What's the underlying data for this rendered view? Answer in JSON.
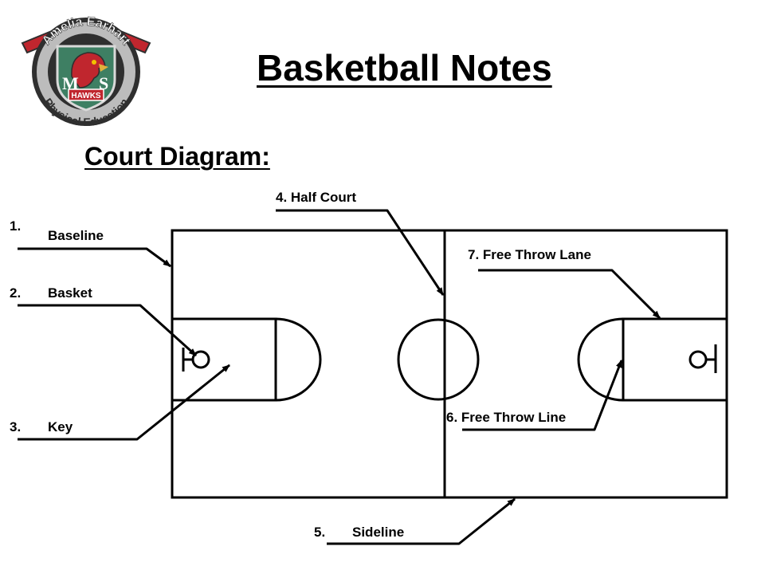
{
  "logo": {
    "top_text": "Amelia Earhart",
    "bottom_text": "Physical Education",
    "letter_left": "M",
    "letter_right": "S",
    "banner": "HAWKS",
    "icon": "hawk-mascot-icon",
    "colors": {
      "ring": "#2f2f2f",
      "red": "#c0262e",
      "green": "#3e7f63",
      "silver": "#d9d9d9"
    }
  },
  "title": "Basketball Notes",
  "subtitle": "Court Diagram:",
  "labels": {
    "baseline_num": "1.",
    "baseline": "Baseline",
    "basket_num": "2.",
    "basket": "Basket",
    "key_num": "3.",
    "key": "Key",
    "half_court": "4. Half Court",
    "sideline_num": "5.",
    "sideline": "Sideline",
    "free_throw_line": "6. Free Throw Line",
    "free_throw_lane": "7. Free Throw Lane"
  }
}
